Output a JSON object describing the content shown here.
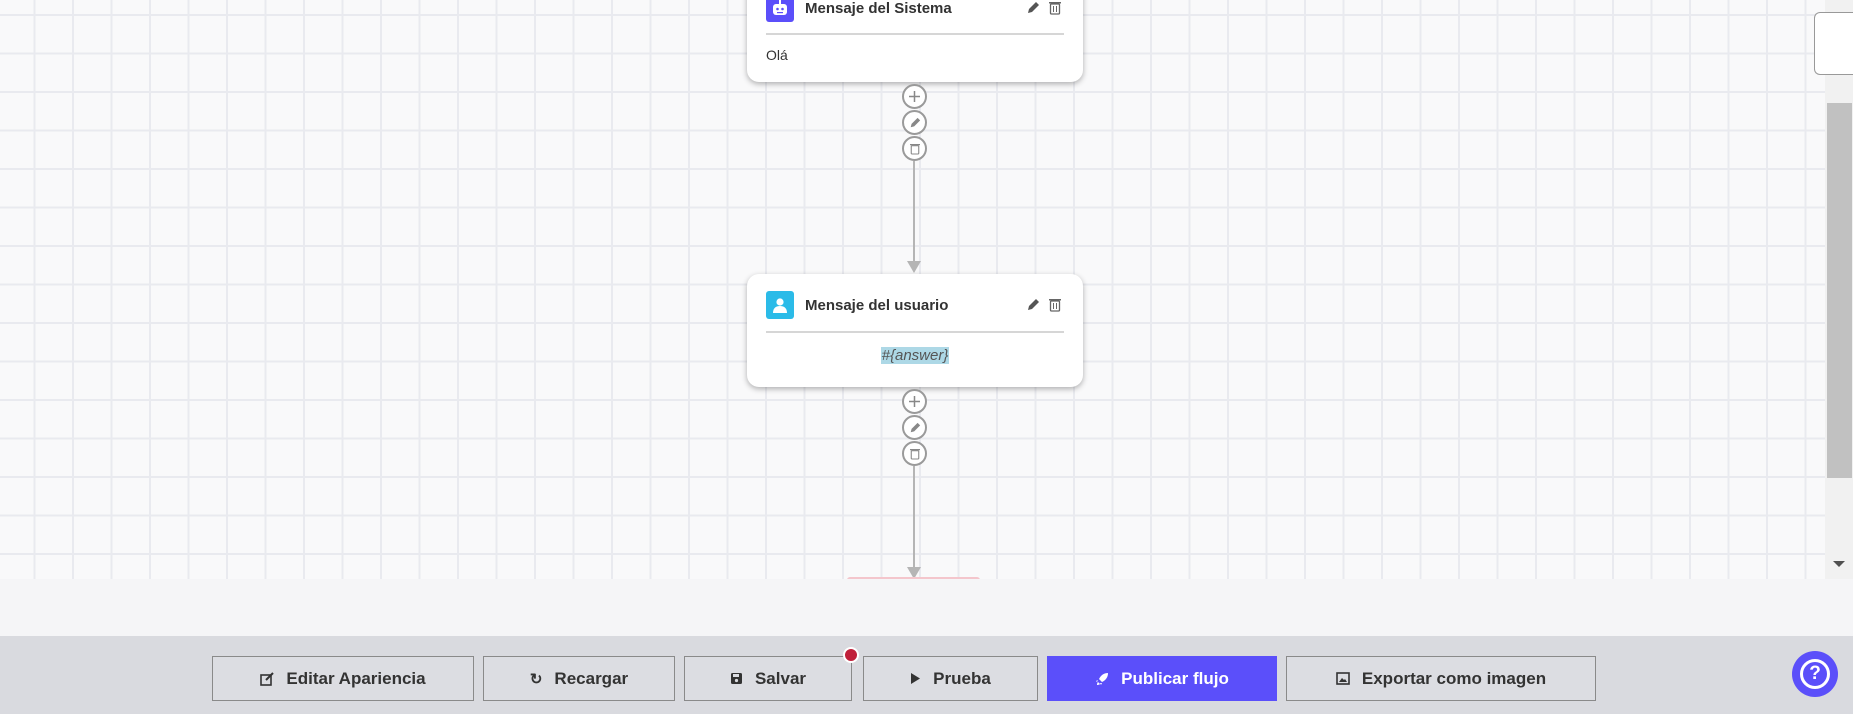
{
  "nodes": [
    {
      "title": "Mensaje del Sistema",
      "icon": "robot-icon",
      "icon_color": "#5b4ffa",
      "body": "Olá"
    },
    {
      "title": "Mensaje del usuario",
      "icon": "user-icon",
      "icon_color": "#2bbbe8",
      "body": "#{answer}"
    }
  ],
  "toolbar": {
    "edit": "Editar Apariencia",
    "reload": "Recargar",
    "save": "Salvar",
    "test": "Prueba",
    "publish": "Publicar flujo",
    "export": "Exportar como imagen"
  },
  "colors": {
    "accent": "#5b4ffa",
    "unsaved_dot": "#c0203a"
  }
}
